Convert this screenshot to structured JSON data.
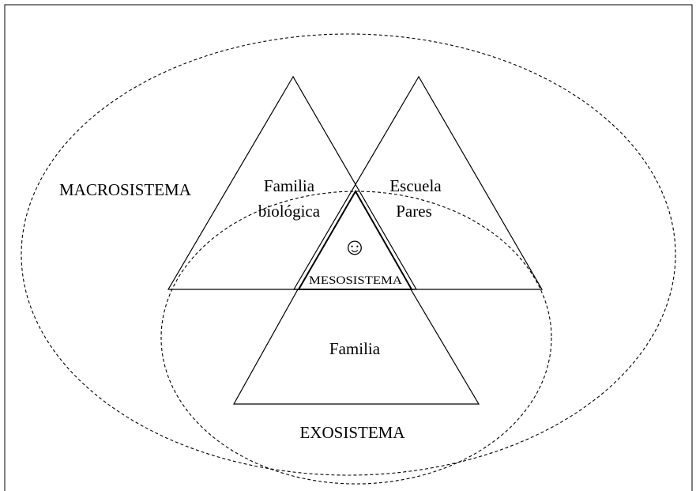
{
  "labels": {
    "macrosistema": "MACROSISTEMA",
    "exosistema": "EXOSISTEMA",
    "mesosistema": "MESOSISTEMA",
    "familia_biologica_line1": "Familia",
    "familia_biologica_line2": "biológica",
    "escuela_line1": "Escuela",
    "escuela_line2": "Pares",
    "familia": "Familia",
    "center_symbol": "☺"
  },
  "colors": {
    "stroke": "#000000",
    "background": "#ffffff"
  }
}
